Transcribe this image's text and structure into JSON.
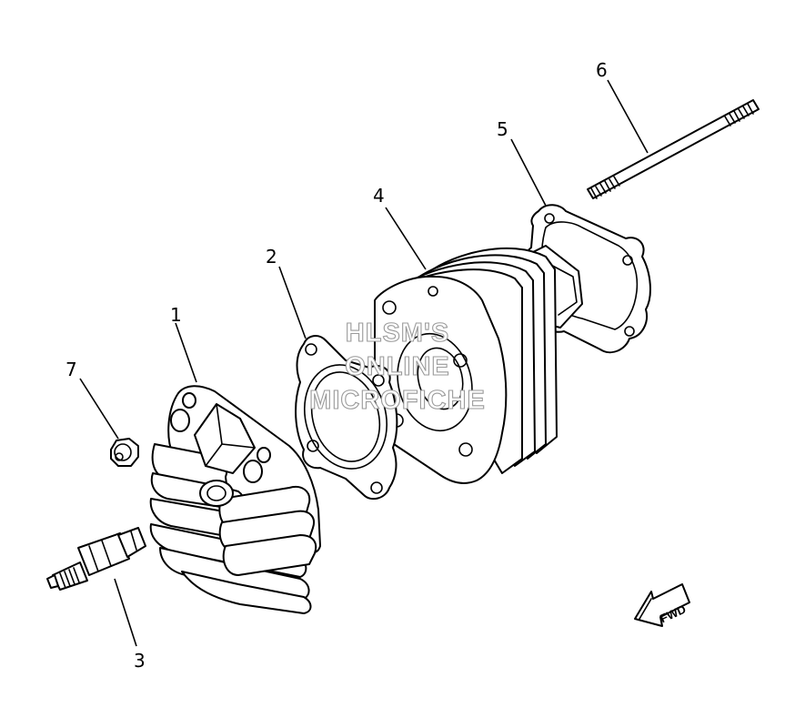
{
  "diagram": {
    "callouts": [
      {
        "id": "1",
        "label": "1"
      },
      {
        "id": "2",
        "label": "2"
      },
      {
        "id": "3",
        "label": "3"
      },
      {
        "id": "4",
        "label": "4"
      },
      {
        "id": "5",
        "label": "5"
      },
      {
        "id": "6",
        "label": "6"
      },
      {
        "id": "7",
        "label": "7"
      }
    ],
    "watermark": {
      "line1": "HLSM'S",
      "line2": "ONLINE",
      "line3": "MICROFICHE"
    },
    "direction_badge": {
      "label": "FWD"
    }
  }
}
